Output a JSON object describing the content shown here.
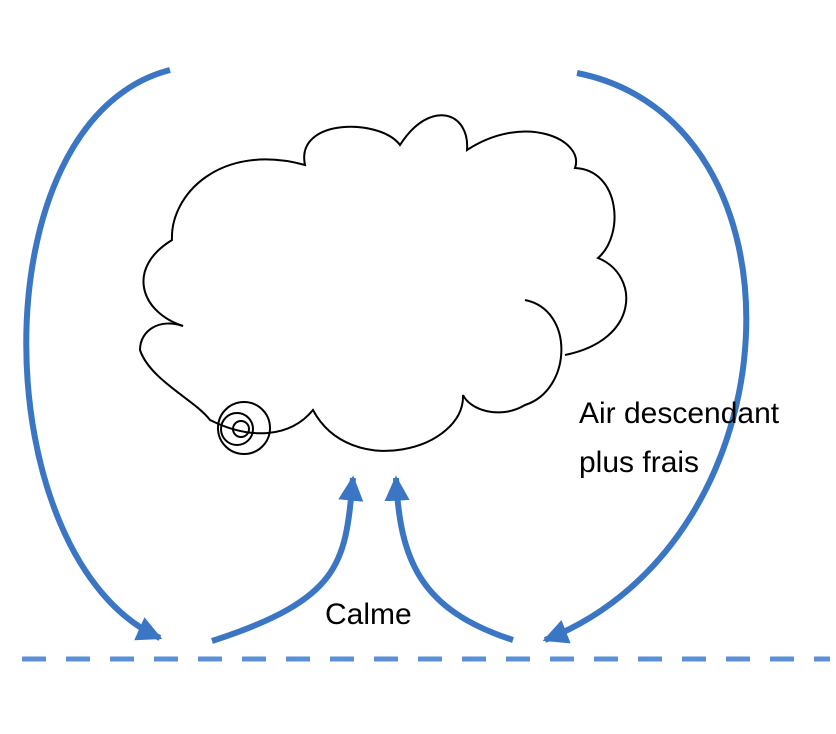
{
  "labels": {
    "descending_line1": "Air descendant",
    "descending_line2": "plus frais",
    "calm": "Calme"
  },
  "colors": {
    "arrow": "#3a76c4",
    "ground": "#5b8fd6",
    "cloud": "#000000"
  },
  "icons": {
    "arrows": "curved-arrow",
    "cloud": "cloud-outline"
  }
}
